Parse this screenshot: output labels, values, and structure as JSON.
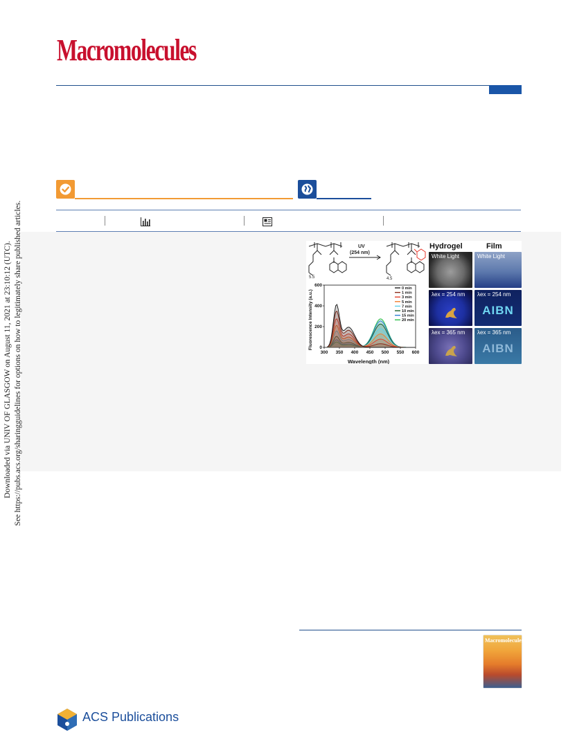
{
  "journal": {
    "title": "Macromolecules"
  },
  "side_note": {
    "line1": "Downloaded via UNIV OF GLASGOW on August 11, 2021 at 23:10:12 (UTC).",
    "line2": "See https://pubs.acs.org/sharingguidelines for options on how to legitimately share published articles."
  },
  "toc_graphic": {
    "scheme_arrow_label_line1": "UV",
    "scheme_arrow_label_line2": "(254 nm)",
    "subscript_left": "5.5",
    "subscript_right": "4.5",
    "panel_headers": [
      "Hydrogel",
      "Film"
    ],
    "photo_labels": {
      "white_light": "White Light",
      "ex_254": "λex = 254 nm",
      "ex_365": "λex = 365 nm"
    },
    "film_text": "AIBN",
    "colors": {
      "accent_red": "#e8372b",
      "uv_blue": "#1d2fa0",
      "oa_orange": "#f29a33",
      "acs_blue": "#1b4e9b",
      "title_red": "#c8102e"
    }
  },
  "chart_data": {
    "type": "line",
    "xlabel": "Wavelength (nm)",
    "ylabel": "Fluorescence Intensity (a.u.)",
    "xlim": [
      300,
      600
    ],
    "ylim": [
      0,
      600
    ],
    "xticks": [
      300,
      350,
      400,
      450,
      500,
      550,
      600
    ],
    "yticks": [
      0,
      200,
      400,
      600
    ],
    "series": [
      {
        "name": "0 min",
        "color": "#222222",
        "peak1": 390,
        "peak2": 0
      },
      {
        "name": "1 min",
        "color": "#8b2c1a",
        "peak1": 330,
        "peak2": 35
      },
      {
        "name": "3 min",
        "color": "#e3402b",
        "peak1": 260,
        "peak2": 80
      },
      {
        "name": "5 min",
        "color": "#f07e2e",
        "peak1": 200,
        "peak2": 130
      },
      {
        "name": "7 min",
        "color": "#5fd0e8",
        "peak1": 150,
        "peak2": 180
      },
      {
        "name": "10 min",
        "color": "#1a5e2a",
        "peak1": 100,
        "peak2": 225
      },
      {
        "name": "15 min",
        "color": "#2a7fd4",
        "peak1": 70,
        "peak2": 255
      },
      {
        "name": "20 min",
        "color": "#2bbf4a",
        "peak1": 50,
        "peak2": 275
      }
    ],
    "legend": "top-right"
  },
  "footer": {
    "publisher": "ACS Publications",
    "cover_title": "Macromolecules"
  }
}
